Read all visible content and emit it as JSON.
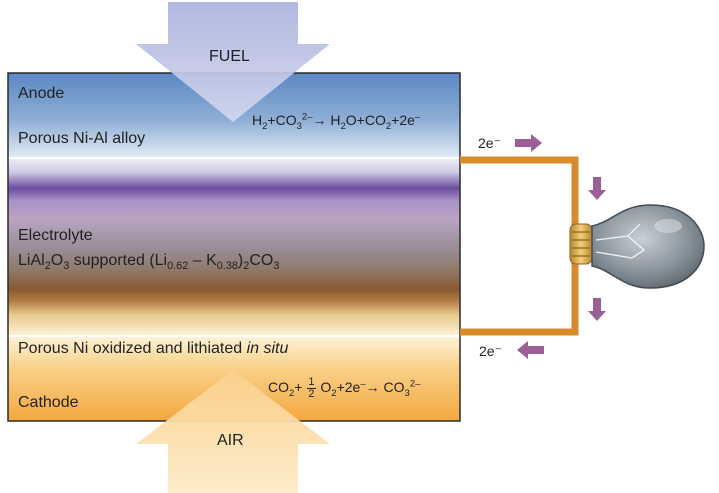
{
  "labels": {
    "fuel": "FUEL",
    "air": "AIR",
    "anode": "Anode",
    "anode_material": "Porous Ni-Al alloy",
    "electrolyte": "Electrolyte",
    "electrolyte_formula": "LiAl2O3 supported (Li0.62 – K0.38)2CO3",
    "cathode_material": "Porous Ni oxidized and lithiated in situ",
    "cathode": "Cathode",
    "electron_top": "2e⁻",
    "electron_bottom": "2e⁻"
  },
  "equations": {
    "anode": "H2+CO3^2– → H2O+CO2+2e–",
    "cathode": "CO2+ 1/2 O2+2e– → CO3^2–"
  },
  "colors": {
    "anode_top": "#5a88c4",
    "anode_bottom": "#dfe7f2",
    "cathode_top": "#fdf3d8",
    "cathode_bottom": "#f4a73e",
    "electrolyte_purple": "#6a4c9c",
    "electrolyte_brown": "#8a5a32",
    "wire": "#d98b2b",
    "arrow": "#9b5f98",
    "fuel_arrow": "#b9bfe0",
    "air_arrow": "#fbd399"
  }
}
